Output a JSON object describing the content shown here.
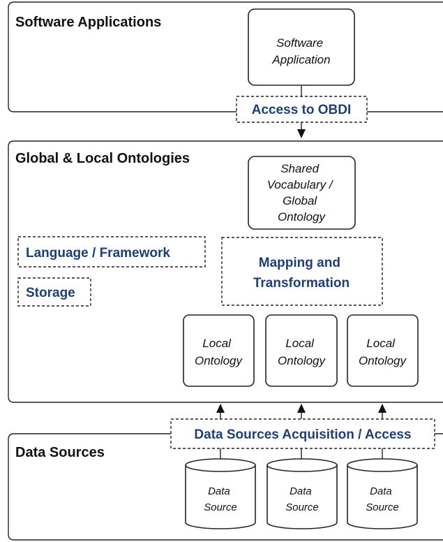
{
  "colors": {
    "accent_text": "#1f3f73",
    "stroke": "#222222",
    "background": "#ffffff"
  },
  "layers": {
    "software": {
      "title": "Software Applications",
      "node_lines": [
        "Software",
        "Application"
      ]
    },
    "access_obdi": {
      "label": "Access to OBDI"
    },
    "ontologies": {
      "title": "Global & Local Ontologies",
      "shared_lines": [
        "Shared",
        "Vocabulary /",
        "Global",
        "Ontology"
      ],
      "language_framework": "Language / Framework",
      "storage": "Storage",
      "mapping_lines": [
        "Mapping and",
        "Transformation"
      ],
      "local_ontologies": [
        [
          "Local",
          "Ontology"
        ],
        [
          "Local",
          "Ontology"
        ],
        [
          "Local",
          "Ontology"
        ]
      ]
    },
    "acquisition": {
      "label": "Data Sources Acquisition / Access"
    },
    "data_sources": {
      "title": "Data Sources",
      "sources": [
        [
          "Data",
          "Source"
        ],
        [
          "Data",
          "Source"
        ],
        [
          "Data",
          "Source"
        ]
      ]
    }
  }
}
